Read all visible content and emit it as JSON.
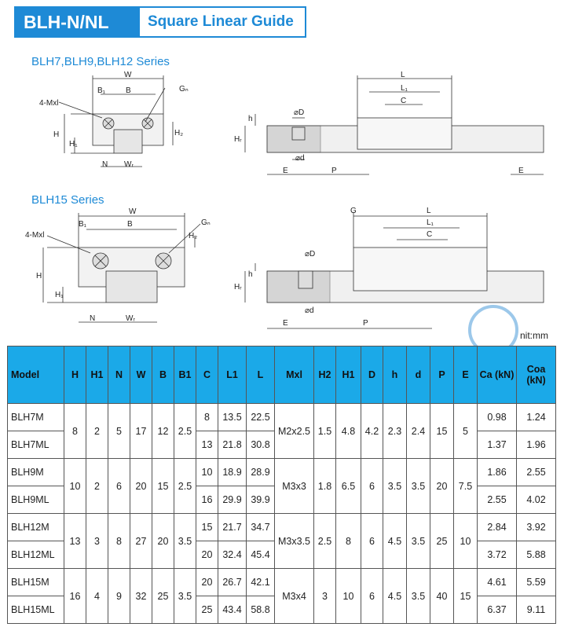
{
  "header": {
    "badge": "BLH-N/NL",
    "title": "Square Linear Guide"
  },
  "series": {
    "blh7_12": "BLH7,BLH9,BLH12 Series",
    "blh15": "BLH15 Series"
  },
  "unit_note": "nit:mm",
  "diagram_labels": {
    "W": "W",
    "B": "B",
    "B1": "B₁",
    "Gn": "Gₙ",
    "Mxl": "4-Mxl",
    "H": "H",
    "H1": "H₁",
    "H2": "H₂",
    "N": "N",
    "WR": "Wᵣ",
    "L": "L",
    "L1": "L₁",
    "C": "C",
    "D": "⌀D",
    "h": "h",
    "HR": "Hᵣ",
    "d": "⌀d",
    "E": "E",
    "P": "P",
    "G": "G"
  },
  "columns": [
    "Model",
    "H",
    "H1",
    "N",
    "W",
    "B",
    "B1",
    "C",
    "L1",
    "L",
    "Mxl",
    "H2",
    "H1",
    "D",
    "h",
    "d",
    "P",
    "E",
    "Ca (kN)",
    "Coa (kN)"
  ],
  "rows": [
    {
      "model": "BLH7M",
      "C": "8",
      "L1": "13.5",
      "L": "22.5",
      "Ca": "0.98",
      "Coa": "1.24"
    },
    {
      "model": "BLH7ML",
      "C": "13",
      "L1": "21.8",
      "L": "30.8",
      "Ca": "1.37",
      "Coa": "1.96"
    },
    {
      "model": "BLH9M",
      "C": "10",
      "L1": "18.9",
      "L": "28.9",
      "Ca": "1.86",
      "Coa": "2.55"
    },
    {
      "model": "BLH9ML",
      "C": "16",
      "L1": "29.9",
      "L": "39.9",
      "Ca": "2.55",
      "Coa": "4.02"
    },
    {
      "model": "BLH12M",
      "C": "15",
      "L1": "21.7",
      "L": "34.7",
      "Ca": "2.84",
      "Coa": "3.92"
    },
    {
      "model": "BLH12ML",
      "C": "20",
      "L1": "32.4",
      "L": "45.4",
      "Ca": "3.72",
      "Coa": "5.88"
    },
    {
      "model": "BLH15M",
      "C": "20",
      "L1": "26.7",
      "L": "42.1",
      "Ca": "4.61",
      "Coa": "5.59"
    },
    {
      "model": "BLH15ML",
      "C": "25",
      "L1": "43.4",
      "L": "58.8",
      "Ca": "6.37",
      "Coa": "9.11"
    }
  ],
  "groups": [
    {
      "H": "8",
      "H1": "2",
      "N": "5",
      "W": "17",
      "B": "12",
      "B1": "2.5",
      "Mxl": "M2x2.5",
      "H2": "1.5",
      "H1r": "4.8",
      "D": "4.2",
      "h": "2.3",
      "d": "2.4",
      "P": "15",
      "E": "5"
    },
    {
      "H": "10",
      "H1": "2",
      "N": "6",
      "W": "20",
      "B": "15",
      "B1": "2.5",
      "Mxl": "M3x3",
      "H2": "1.8",
      "H1r": "6.5",
      "D": "6",
      "h": "3.5",
      "d": "3.5",
      "P": "20",
      "E": "7.5"
    },
    {
      "H": "13",
      "H1": "3",
      "N": "8",
      "W": "27",
      "B": "20",
      "B1": "3.5",
      "Mxl": "M3x3.5",
      "H2": "2.5",
      "H1r": "8",
      "D": "6",
      "h": "4.5",
      "d": "3.5",
      "P": "25",
      "E": "10"
    },
    {
      "H": "16",
      "H1": "4",
      "N": "9",
      "W": "32",
      "B": "25",
      "B1": "3.5",
      "Mxl": "M3x4",
      "H2": "3",
      "H1r": "10",
      "D": "6",
      "h": "4.5",
      "d": "3.5",
      "P": "40",
      "E": "15"
    }
  ]
}
